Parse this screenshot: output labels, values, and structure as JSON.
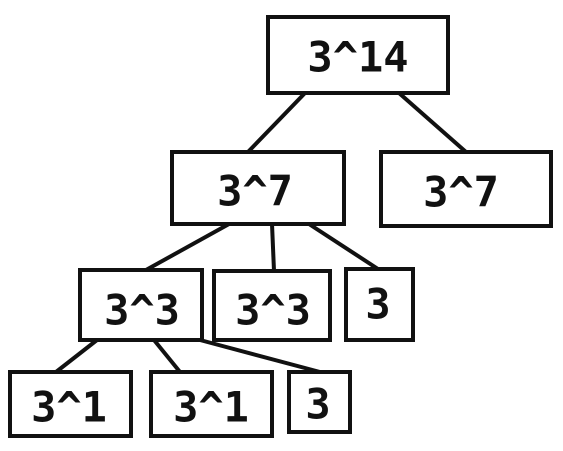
{
  "diagram": {
    "type": "tree",
    "line_color": "#111111",
    "box_color": "#111111",
    "nodes": [
      {
        "id": "root",
        "label": "3^14"
      },
      {
        "id": "a",
        "label": "3^7"
      },
      {
        "id": "b",
        "label": "3^7"
      },
      {
        "id": "a1",
        "label": "3^3"
      },
      {
        "id": "a2",
        "label": "3^3"
      },
      {
        "id": "a3",
        "label": "3"
      },
      {
        "id": "a1a",
        "label": "3^1"
      },
      {
        "id": "a1b",
        "label": "3^1"
      },
      {
        "id": "a1c",
        "label": "3"
      }
    ],
    "edges": [
      {
        "from": "root",
        "to": "a"
      },
      {
        "from": "root",
        "to": "b"
      },
      {
        "from": "a",
        "to": "a1"
      },
      {
        "from": "a",
        "to": "a2"
      },
      {
        "from": "a",
        "to": "a3"
      },
      {
        "from": "a1",
        "to": "a1a"
      },
      {
        "from": "a1",
        "to": "a1b"
      },
      {
        "from": "a1",
        "to": "a1c"
      }
    ]
  }
}
